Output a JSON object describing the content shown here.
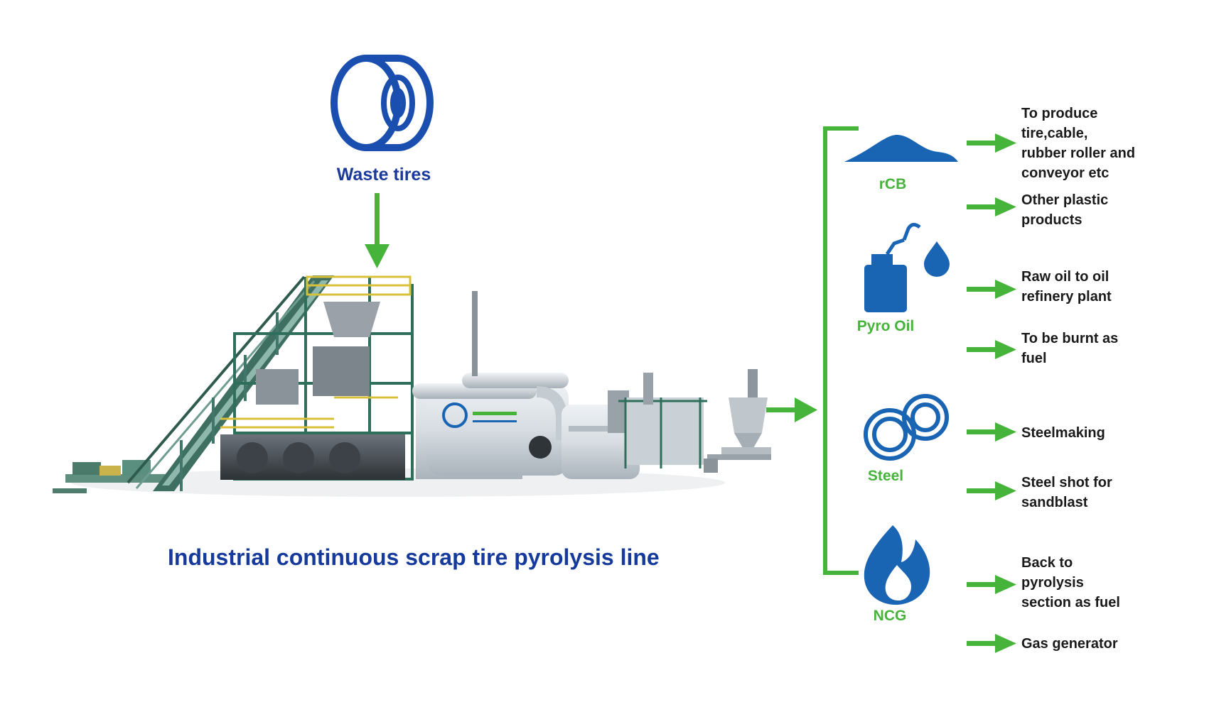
{
  "input": {
    "label": "Waste tires",
    "icon": "tire-icon"
  },
  "title": "Industrial continuous scrap tire pyrolysis line",
  "colors": {
    "arrow_green": "#46b43a",
    "icon_blue": "#1a64b4",
    "title_blue": "#163a9c"
  },
  "products": [
    {
      "label": "rCB",
      "icon": "powder-pile-icon",
      "uses": [
        "To produce\ntire,cable,\nrubber roller and\nconveyor etc",
        "Other plastic\nproducts"
      ]
    },
    {
      "label": "Pyro Oil",
      "icon": "oil-can-icon",
      "uses": [
        "Raw oil to oil\nrefinery plant",
        "To be burnt as\nfuel"
      ]
    },
    {
      "label": "Steel",
      "icon": "steel-wire-coil-icon",
      "uses": [
        "Steelmaking",
        "Steel shot for\nsandblast"
      ]
    },
    {
      "label": "NCG",
      "icon": "flame-icon",
      "uses": [
        "Back to\npyrolysis\nsection as fuel",
        "Gas generator"
      ]
    }
  ]
}
